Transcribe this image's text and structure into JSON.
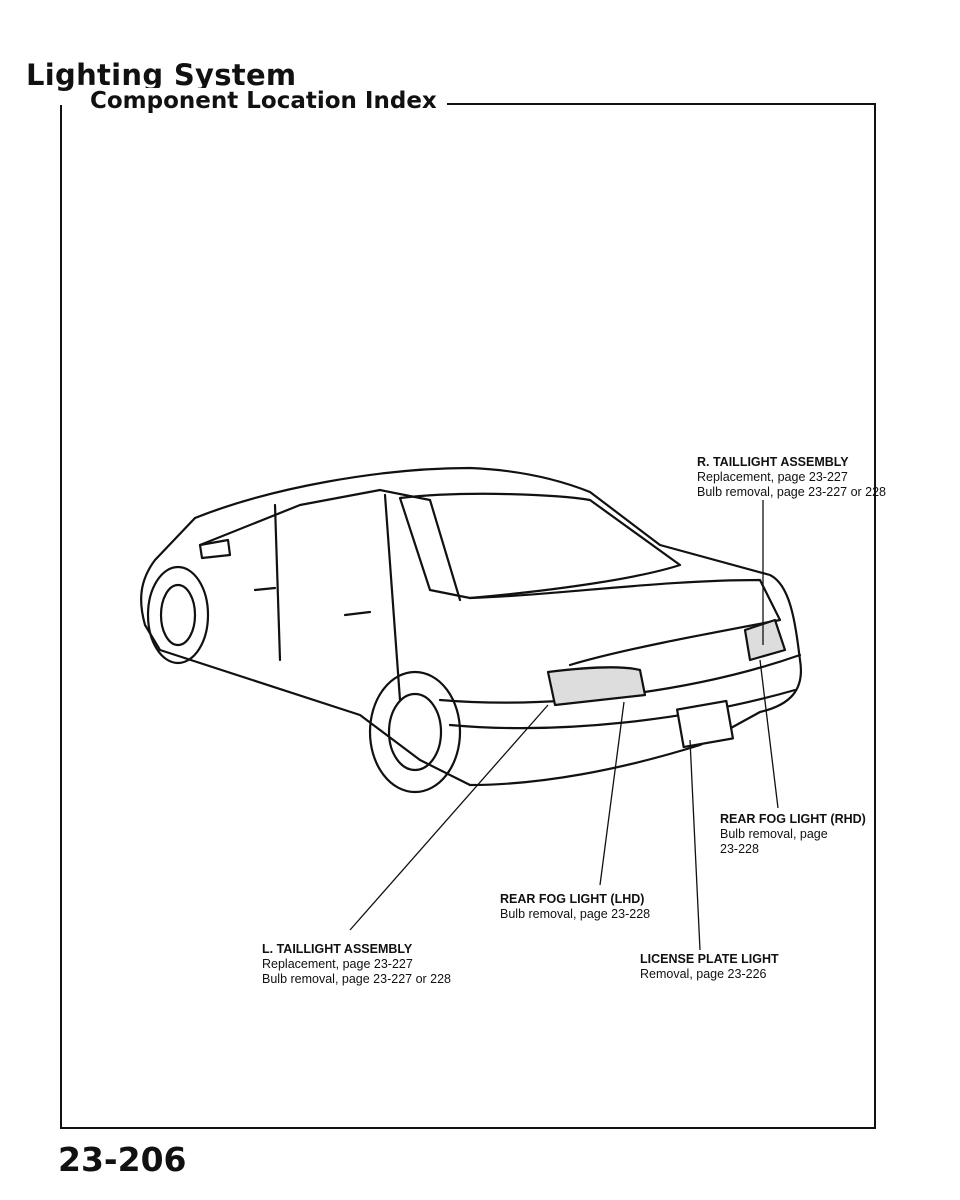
{
  "header": {
    "title": "Lighting System",
    "subtitle": "Component Location Index"
  },
  "callouts": {
    "r_taillight": {
      "name": "R. TAILLIGHT ASSEMBLY",
      "line1": "Replacement, page 23-227",
      "line2": "Bulb removal, page 23-227 or 228"
    },
    "rear_fog_rhd": {
      "name": "REAR FOG LIGHT (RHD)",
      "line1": "Bulb removal, page",
      "line2": "23-228"
    },
    "rear_fog_lhd": {
      "name": "REAR FOG LIGHT (LHD)",
      "line1": "Bulb removal, page 23-228"
    },
    "l_taillight": {
      "name": "L. TAILLIGHT ASSEMBLY",
      "line1": "Replacement, page 23-227",
      "line2": "Bulb removal, page 23-227 or 228"
    },
    "license_plate": {
      "name": "LICENSE PLATE LIGHT",
      "line1": "Removal, page 23-226"
    }
  },
  "footer": {
    "page_number": "23-206"
  }
}
